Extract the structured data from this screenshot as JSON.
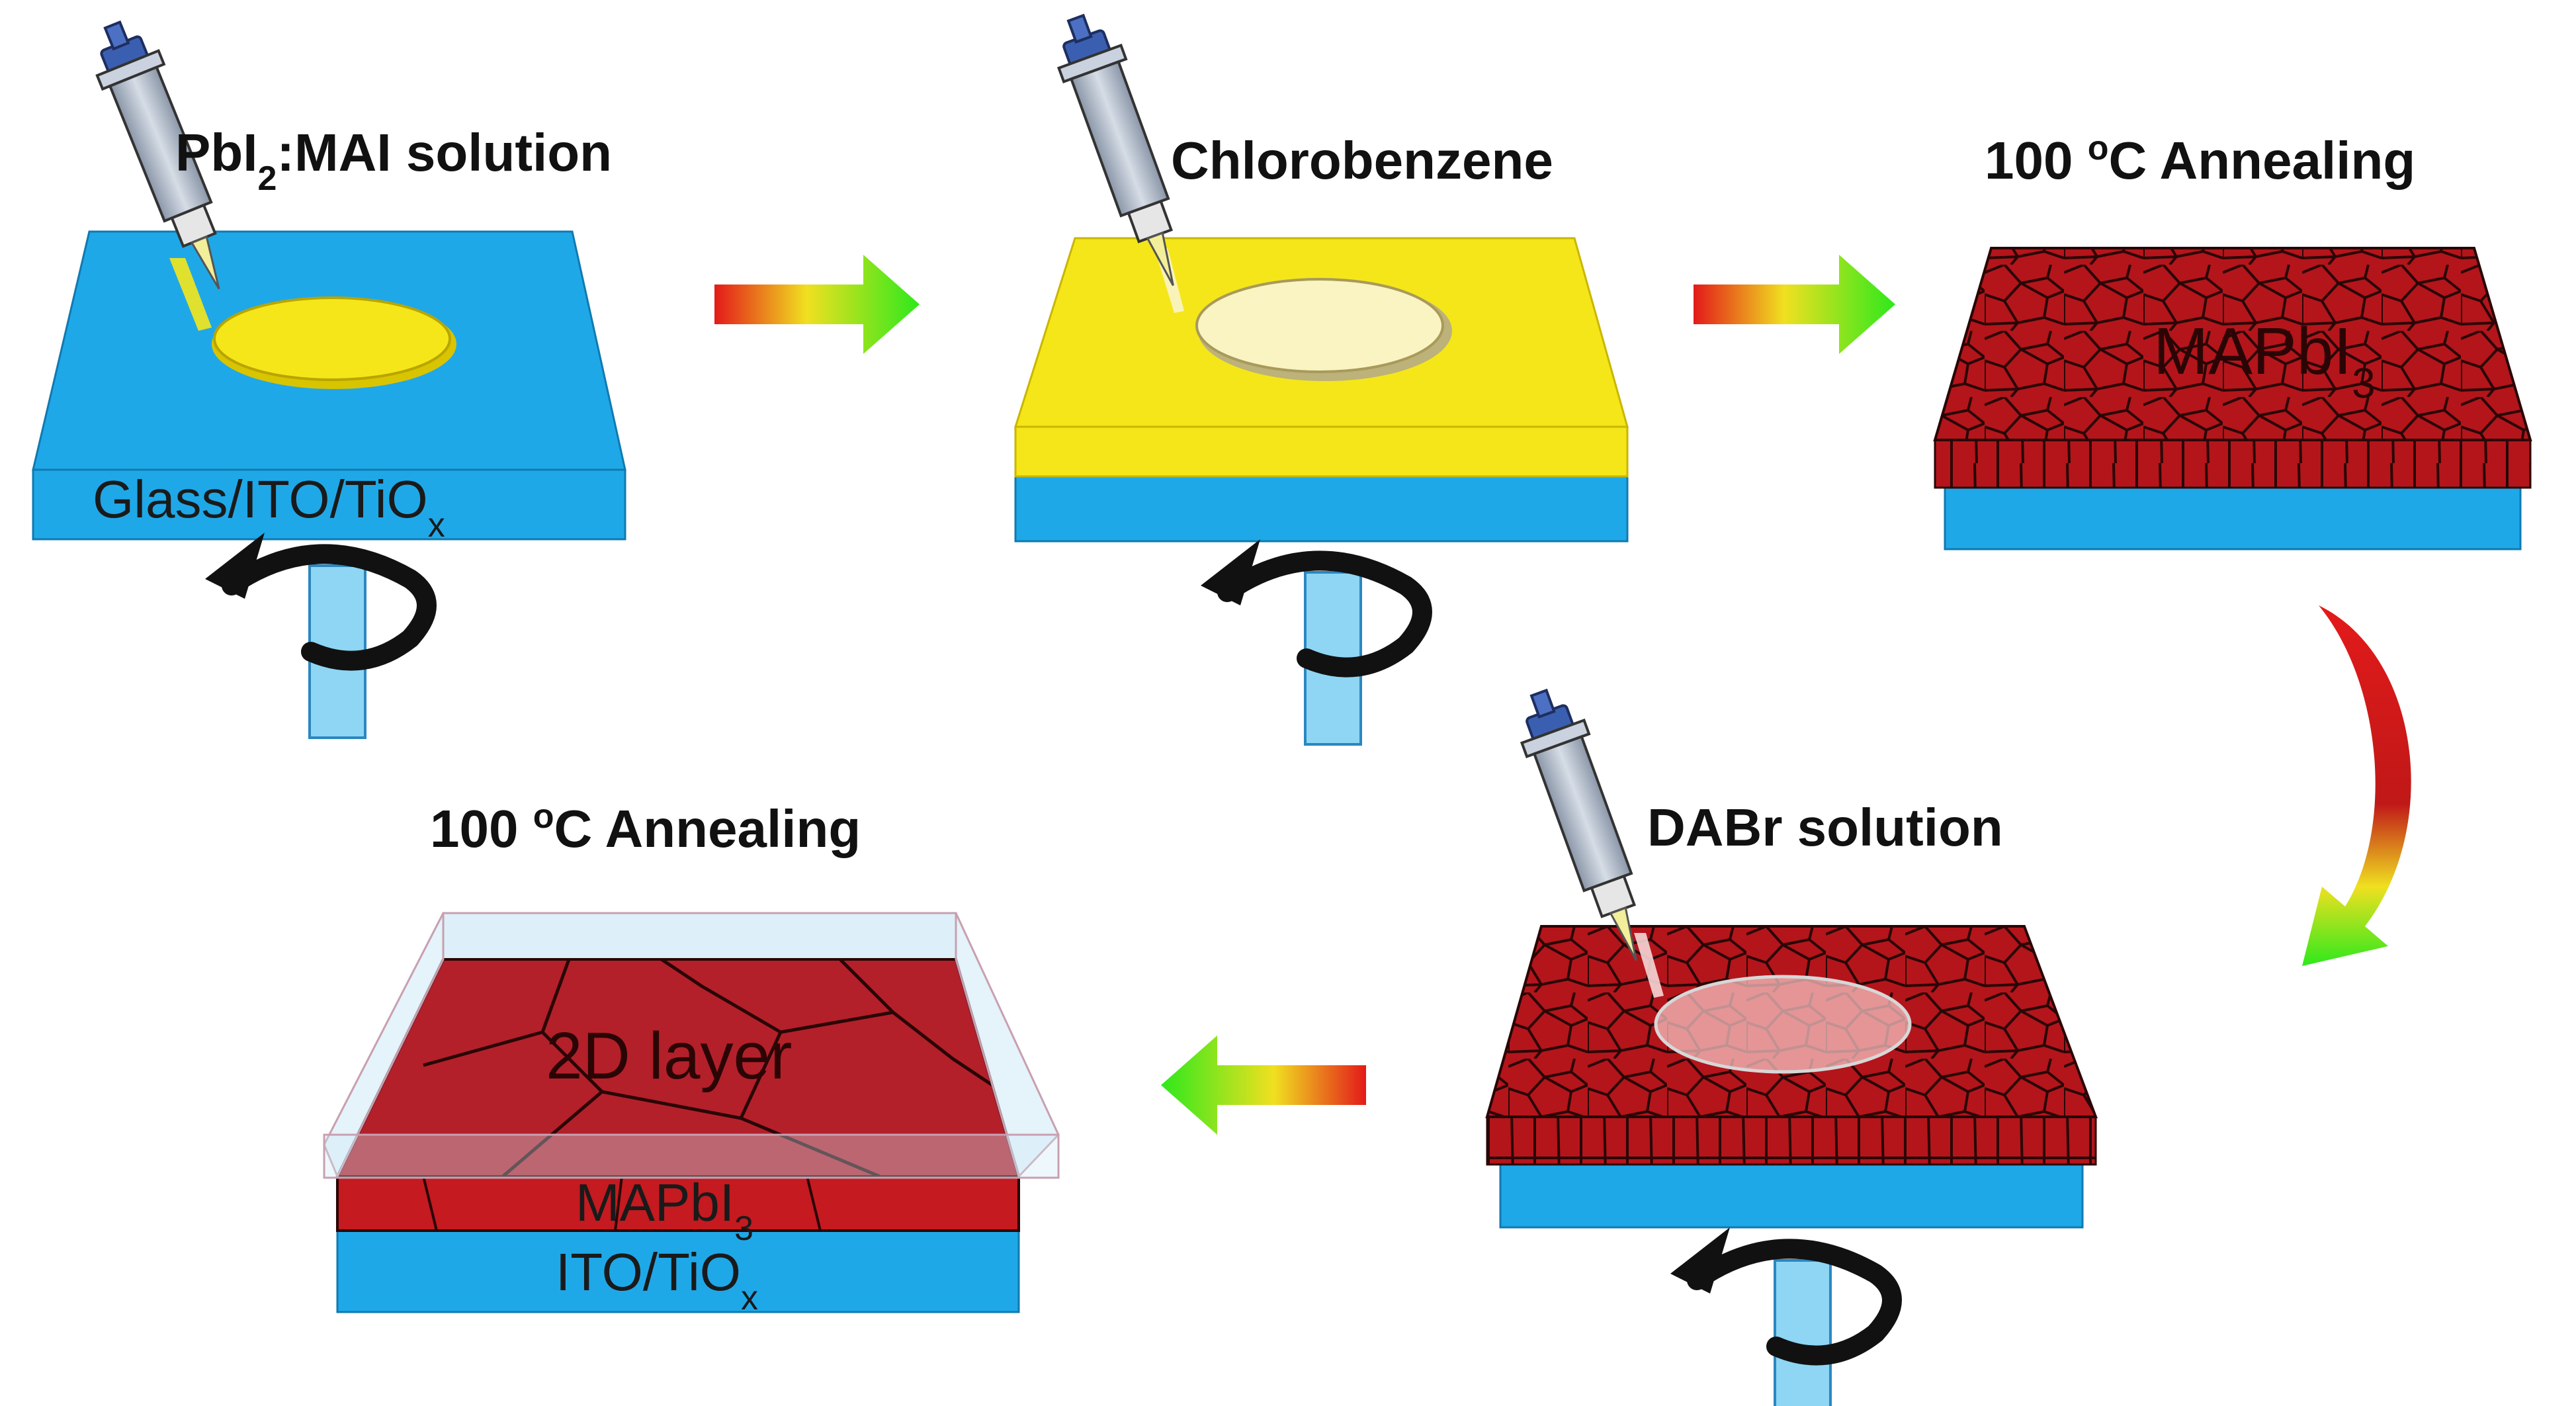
{
  "steps": [
    {
      "id": "s1",
      "label": {
        "pre": "PbI",
        "sub": "2",
        "post": ":MAI  solution"
      },
      "substrate_label": {
        "pre": "Glass/ITO/TiO",
        "sub": "x"
      }
    },
    {
      "id": "s2",
      "label": "Chlorobenzene"
    },
    {
      "id": "s3",
      "label": {
        "pre": "100 ",
        "sup": "o",
        "post": "C Annealing"
      },
      "film_label": {
        "pre": "MAPbI",
        "sub": "3"
      }
    },
    {
      "id": "s4",
      "label": "DABr solution"
    },
    {
      "id": "s5",
      "label": {
        "pre": "100 ",
        "sup": "o",
        "post": "C Annealing"
      },
      "top_label": "2D layer",
      "mid_label": {
        "pre": "MAPbI",
        "sub": "3"
      },
      "bottom_label": {
        "pre": "ITO/TiO",
        "sub": "x"
      }
    }
  ],
  "colors": {
    "substrate": "#1fa8e8",
    "precursor": "#f5e61a",
    "perovskite": "#b3151b",
    "grain_line": "#2a0606",
    "arrow_start": "#e31a1a",
    "arrow_mid": "#f0e020",
    "arrow_end": "#2ee81c",
    "spin": "#111111",
    "chuck": "#8ed6f4"
  },
  "icons": [
    "pipette-icon",
    "spin-arrow-icon",
    "process-arrow-icon"
  ]
}
